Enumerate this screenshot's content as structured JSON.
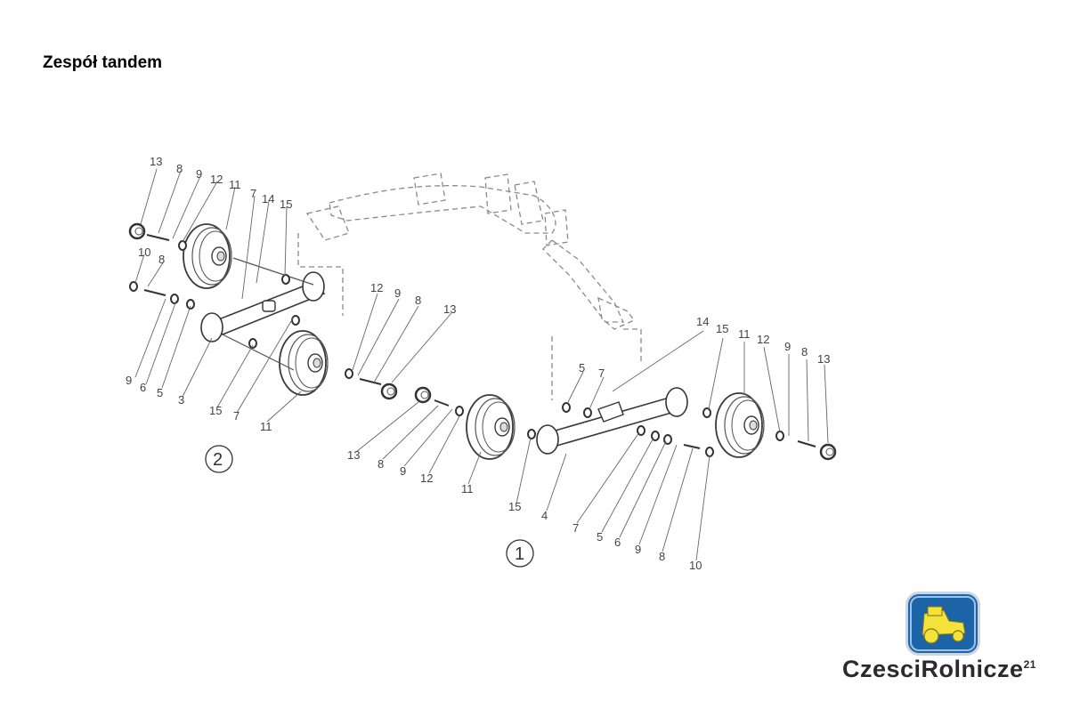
{
  "title": "Zespół tandem",
  "assemblies": [
    "2",
    "1"
  ],
  "part_labels": [
    "13",
    "8",
    "9",
    "12",
    "11",
    "7",
    "14",
    "15",
    "10",
    "8",
    "12",
    "9",
    "8",
    "13",
    "9",
    "6",
    "5",
    "3",
    "15",
    "7",
    "11",
    "13",
    "8",
    "9",
    "12",
    "11",
    "15",
    "4",
    "5",
    "7",
    "14",
    "15",
    "11",
    "12",
    "9",
    "8",
    "13",
    "7",
    "5",
    "6",
    "9",
    "8",
    "10"
  ],
  "logo": {
    "icon": "tractor-icon",
    "text": "CzesciRolnicze",
    "superscript": "21"
  },
  "colors": {
    "line": "#4a4a4a",
    "logo_blue": "#1d63a8",
    "tractor_yellow": "#f2e23a"
  }
}
